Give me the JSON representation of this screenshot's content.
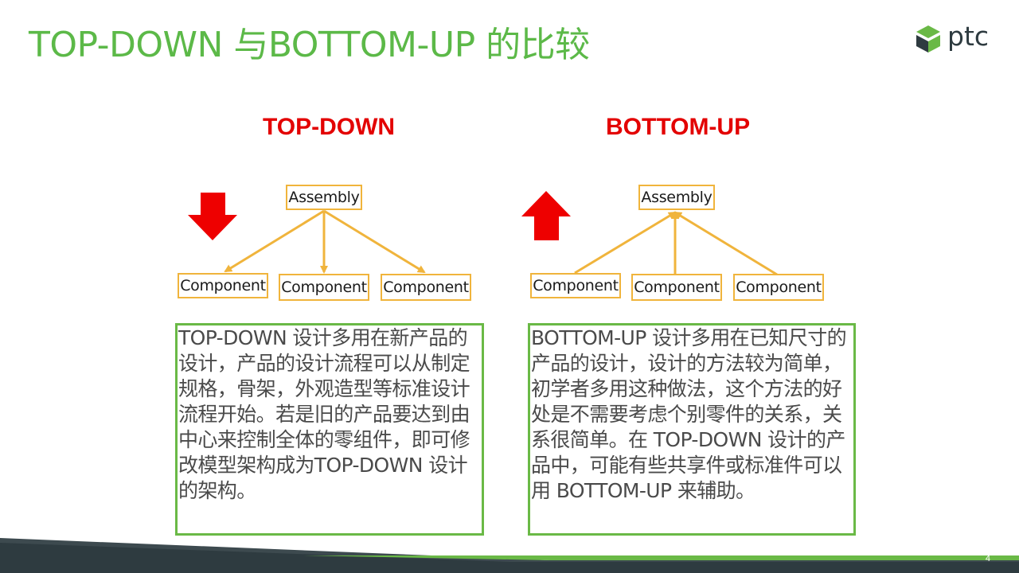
{
  "slide": {
    "title": "TOP-DOWN 与BOTTOM-UP 的比较",
    "page_number": "4"
  },
  "logo": {
    "text": "ptc",
    "icon": "ptc-hexagon-icon"
  },
  "top_down": {
    "heading": "TOP-DOWN",
    "arrow_icon": "red-down-arrow-icon",
    "assembly": "Assembly",
    "components": [
      "Component",
      "Component",
      "Component"
    ],
    "description": "TOP-DOWN 设计多用在新产品的设计，产品的设计流程可以从制定规格，骨架，外观造型等标准设计流程开始。若是旧的产品要达到由中心来控制全体的零组件，即可修改模型架构成为TOP-DOWN 设计的架构。"
  },
  "bottom_up": {
    "heading": "BOTTOM-UP",
    "arrow_icon": "red-up-arrow-icon",
    "assembly": "Assembly",
    "components": [
      "Component",
      "Component",
      "Component"
    ],
    "description": "BOTTOM-UP 设计多用在已知尺寸的产品的设计，设计的方法较为简单，初学者多用这种做法，这个方法的好处是不需要考虑个别零件的关系，关系很简单。在 TOP-DOWN 设计的产品中，可能有些共享件或标准件可以用 BOTTOM-UP 来辅助。"
  },
  "colors": {
    "title_green": "#5cb948",
    "heading_red": "#e30000",
    "box_border": "#f0b43c",
    "text_border": "#6ab946",
    "footer_dark": "#2e3b40"
  }
}
